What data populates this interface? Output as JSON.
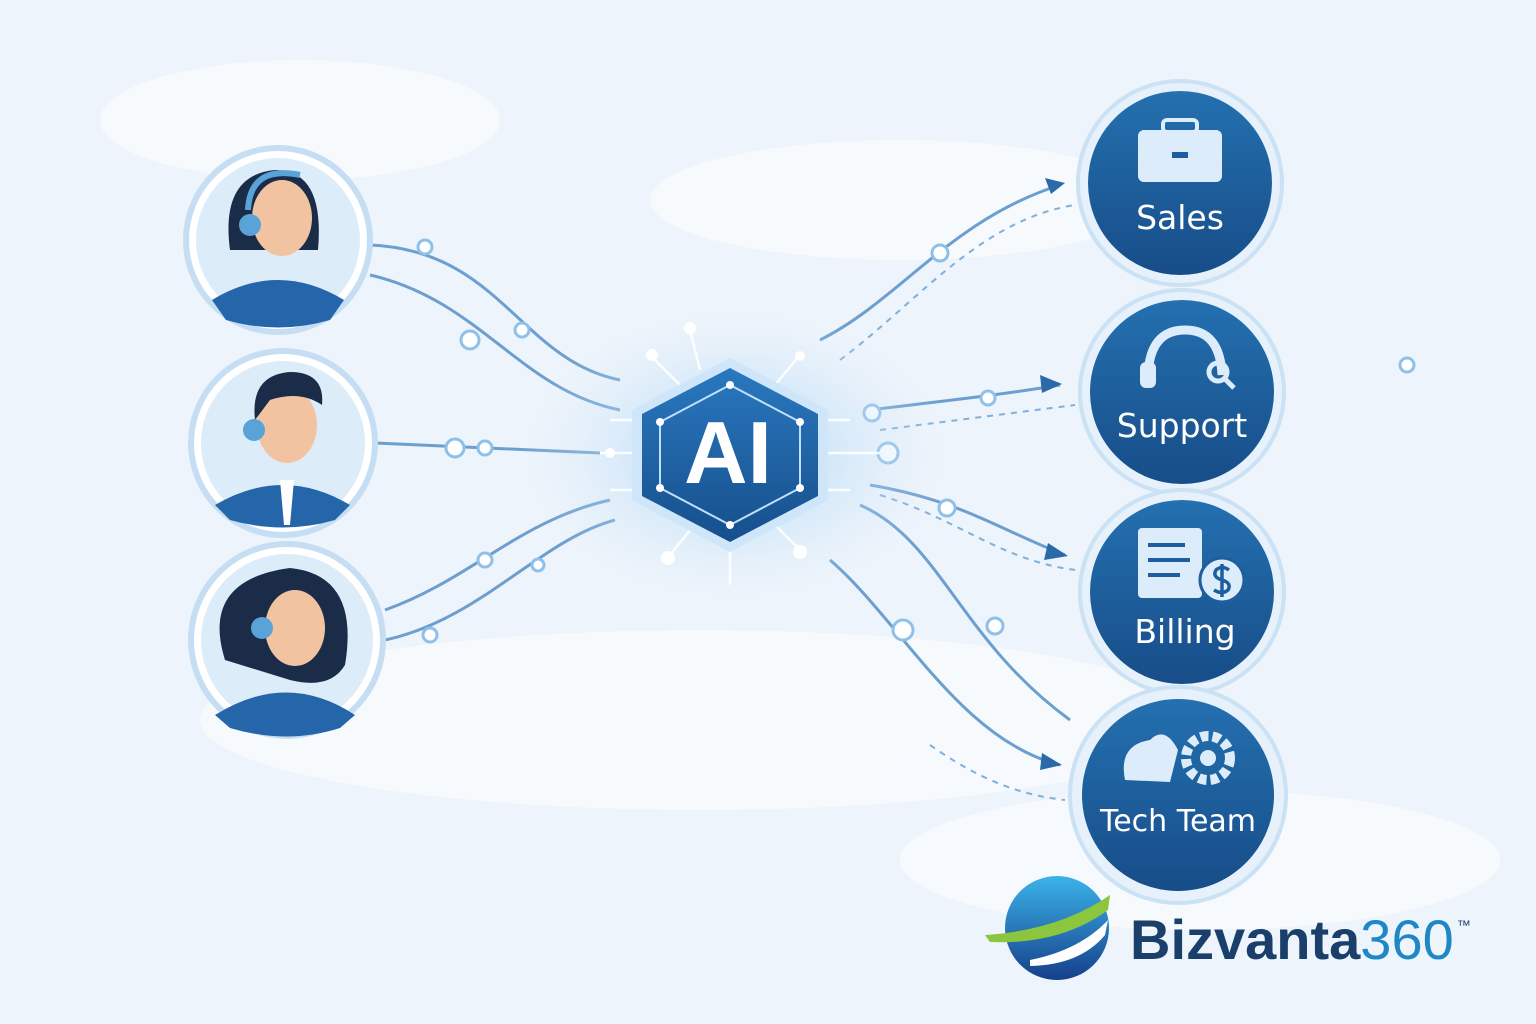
{
  "center": {
    "label": "AI",
    "icon": "ai-chip-hexagon"
  },
  "agents": [
    {
      "icon": "female-agent-headset"
    },
    {
      "icon": "male-agent-headset"
    },
    {
      "icon": "female-agent-curly-headset"
    }
  ],
  "departments": [
    {
      "label": "Sales",
      "icon": "briefcase-icon"
    },
    {
      "label": "Support",
      "icon": "headset-icon"
    },
    {
      "label": "Billing",
      "icon": "invoice-dollar-icon"
    },
    {
      "label": "Tech Team",
      "icon": "cloud-gear-icon"
    }
  ],
  "brand": {
    "name_part1": "Bizvanta",
    "name_part2": "360",
    "trademark": "™"
  },
  "colors": {
    "background": "#eef4fb",
    "primary": "#1d5f9e",
    "accent": "#1e88c7",
    "dark": "#1a3f6b",
    "green": "#8cc63f"
  }
}
